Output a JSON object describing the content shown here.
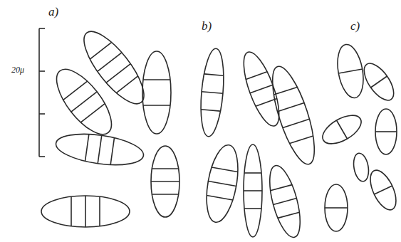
{
  "diagram": {
    "labels": [
      "a)",
      "b)",
      "c)",
      "20μ"
    ]
  }
}
